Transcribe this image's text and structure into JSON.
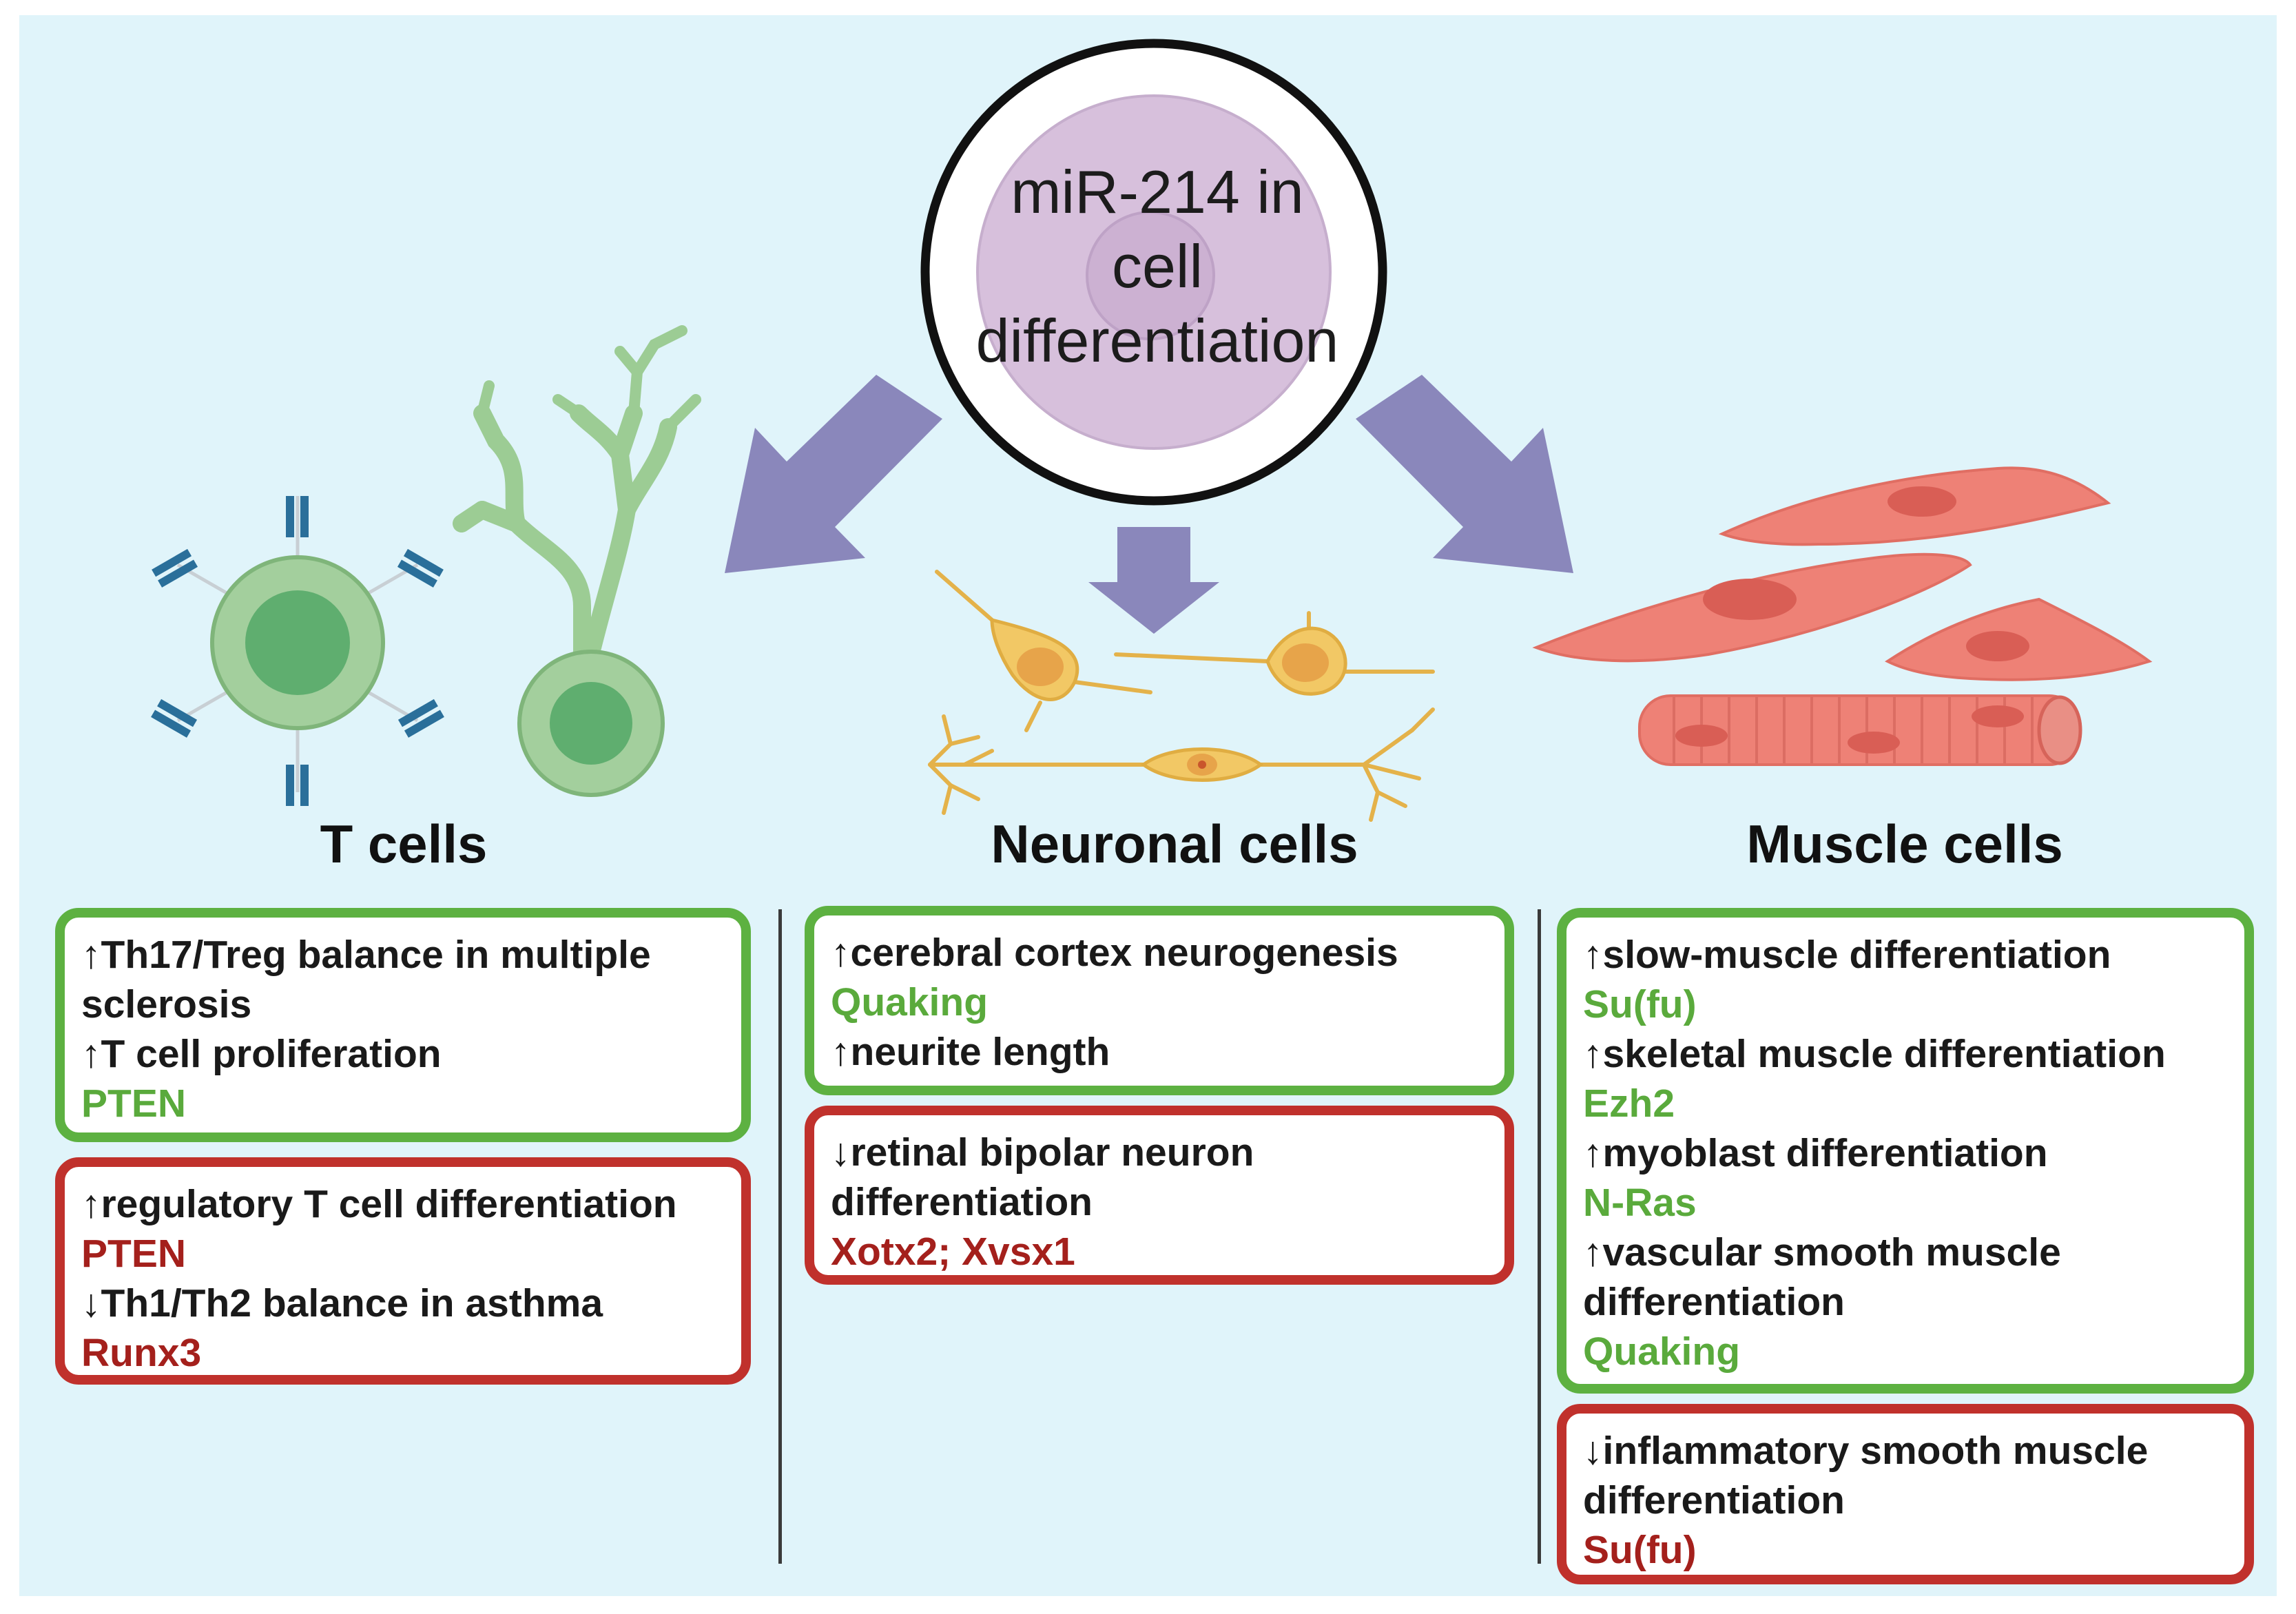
{
  "center": {
    "title": "miR-214 in\ncell\ndifferentiation"
  },
  "colors": {
    "background": "#e0f4fa",
    "arrow": "#8a87bb",
    "positive_border": "#5db141",
    "negative_border": "#c0312c",
    "positive_target": "#5aaa3c",
    "negative_target": "#a4201c",
    "t_cell": "#9ccc94",
    "neuron": "#f2c865",
    "muscle": "#ee8176"
  },
  "columns": [
    {
      "title": "T cells",
      "illustration": "t-cell-and-dendritic-cell-icons",
      "boxes": [
        {
          "kind": "positive",
          "lines": [
            {
              "text": "↑Th17/Treg balance in multiple",
              "role": "effect"
            },
            {
              "text": "sclerosis",
              "role": "effect"
            },
            {
              "text": "↑T cell proliferation",
              "role": "effect"
            },
            {
              "text": "PTEN",
              "role": "target"
            }
          ]
        },
        {
          "kind": "negative",
          "lines": [
            {
              "text": "↑regulatory T cell differentiation",
              "role": "effect"
            },
            {
              "text": "PTEN",
              "role": "target"
            },
            {
              "text": "↓Th1/Th2 balance in asthma",
              "role": "effect"
            },
            {
              "text": "Runx3",
              "role": "target"
            }
          ]
        }
      ]
    },
    {
      "title": "Neuronal cells",
      "illustration": "neuron-icons",
      "boxes": [
        {
          "kind": "positive",
          "lines": [
            {
              "text": "↑cerebral cortex neurogenesis",
              "role": "effect"
            },
            {
              "text": "Quaking",
              "role": "target"
            },
            {
              "text": "↑neurite length",
              "role": "effect"
            }
          ]
        },
        {
          "kind": "negative",
          "lines": [
            {
              "text": "↓retinal bipolar neuron",
              "role": "effect"
            },
            {
              "text": "differentiation",
              "role": "effect"
            },
            {
              "text": "Xotx2; Xvsx1",
              "role": "target"
            }
          ]
        }
      ]
    },
    {
      "title": "Muscle cells",
      "illustration": "muscle-cell-icons",
      "boxes": [
        {
          "kind": "positive",
          "lines": [
            {
              "text": "↑slow-muscle differentiation",
              "role": "effect"
            },
            {
              "text": "Su(fu)",
              "role": "target"
            },
            {
              "text": "↑skeletal muscle differentiation",
              "role": "effect"
            },
            {
              "text": "Ezh2",
              "role": "target"
            },
            {
              "text": "↑myoblast differentiation",
              "role": "effect"
            },
            {
              "text": "N-Ras",
              "role": "target"
            },
            {
              "text": "↑vascular smooth muscle",
              "role": "effect"
            },
            {
              "text": "differentiation",
              "role": "effect"
            },
            {
              "text": "Quaking",
              "role": "target"
            }
          ]
        },
        {
          "kind": "negative",
          "lines": [
            {
              "text": "↓inflammatory smooth muscle",
              "role": "effect"
            },
            {
              "text": "differentiation",
              "role": "effect"
            },
            {
              "text": "Su(fu)",
              "role": "target"
            }
          ]
        }
      ]
    }
  ]
}
